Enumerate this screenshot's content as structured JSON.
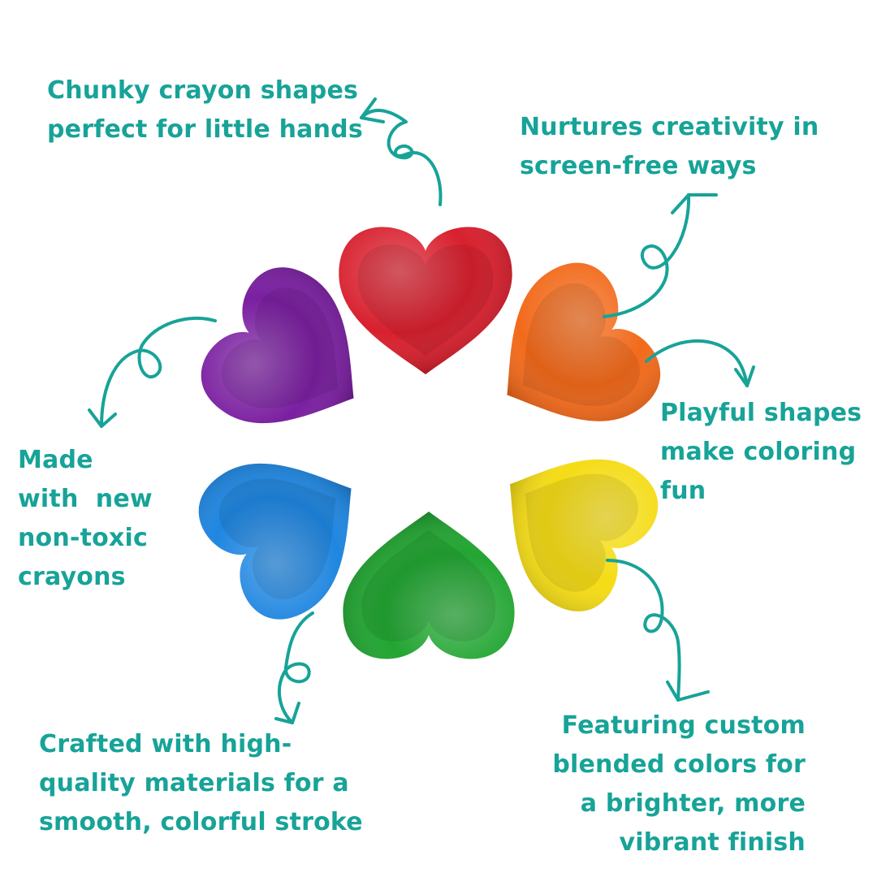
{
  "captions": {
    "chunky": [
      "Chunky crayon shapes",
      "perfect for little hands"
    ],
    "nurtures": [
      "Nurtures creativity in",
      "screen-free ways"
    ],
    "playful": [
      "Playful shapes",
      "make coloring",
      "fun"
    ],
    "made": [
      "Made",
      "with  new",
      "non-toxic",
      "crayons"
    ],
    "crafted": [
      "Crafted with high-",
      "quality materials for a",
      "smooth, colorful stroke"
    ],
    "featuring": [
      "Featuring custom",
      "blended colors for",
      "a brighter, more",
      "vibrant finish"
    ]
  },
  "hearts": [
    {
      "name": "red",
      "color": "#d8202e"
    },
    {
      "name": "orange",
      "color": "#f26a1b"
    },
    {
      "name": "yellow",
      "color": "#f5dc16"
    },
    {
      "name": "green",
      "color": "#22a532"
    },
    {
      "name": "blue",
      "color": "#1f86e0"
    },
    {
      "name": "purple",
      "color": "#7a1fa0"
    }
  ],
  "accent_color": "#17a398"
}
